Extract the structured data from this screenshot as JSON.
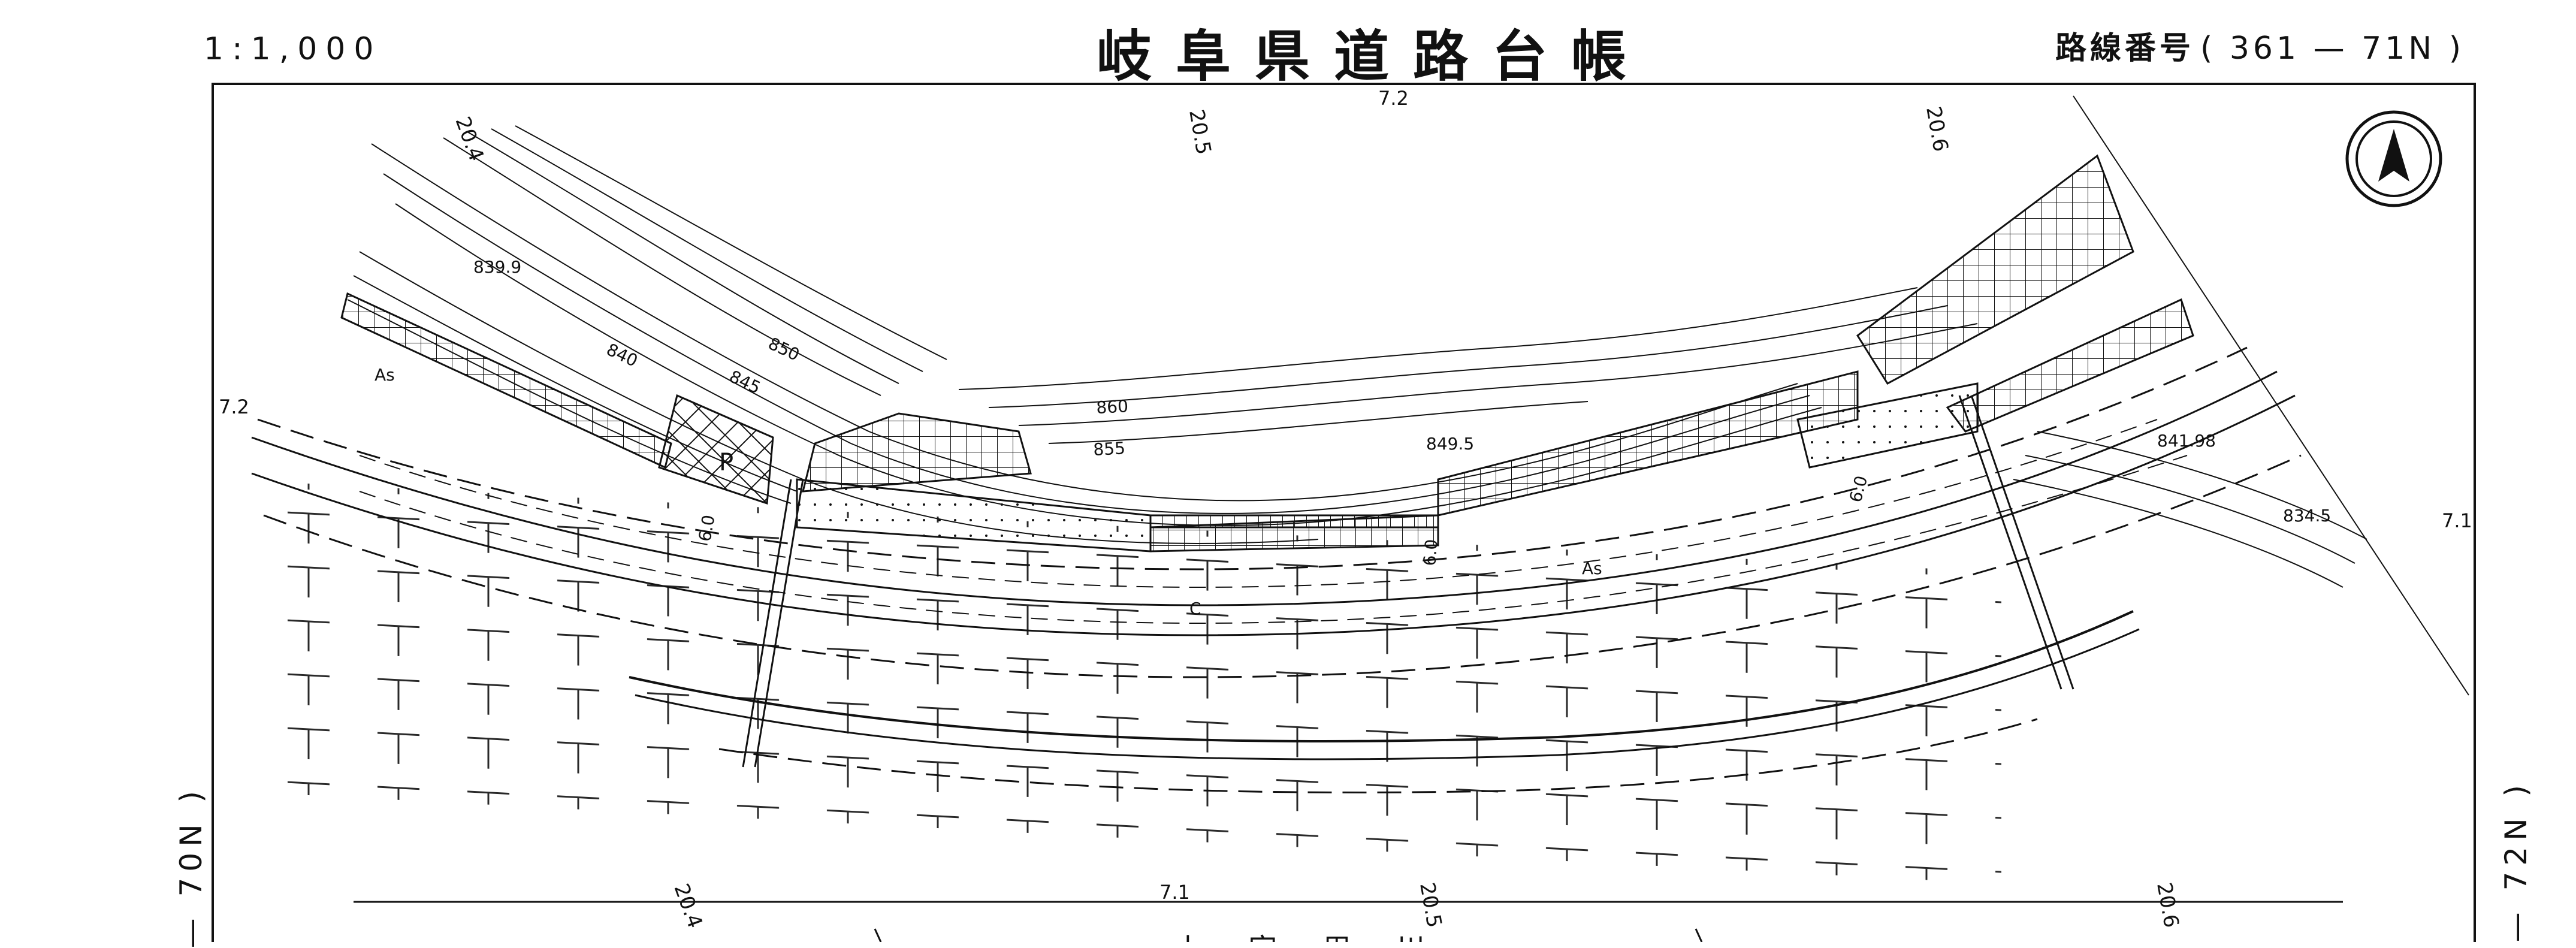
{
  "header": {
    "scale": "1:1,000",
    "title": "岐阜県道路台帳",
    "route_label": "路線番号",
    "route_number": "( 361 — 71N )"
  },
  "margin": {
    "left_sheet": "— 70N )",
    "right_sheet": "— 72N )"
  },
  "map": {
    "chainage_top": [
      "20.4",
      "20.5",
      "20.6"
    ],
    "chainage_bottom": [
      "20.4",
      "20.5",
      "20.6"
    ],
    "width_marks": [
      "7.2",
      "7.2",
      "7.1",
      "7.1"
    ],
    "elevations": [
      "839.9",
      "840",
      "845",
      "850",
      "860",
      "855",
      "849.5",
      "841.98",
      "834.5"
    ],
    "surface": [
      "As",
      "As"
    ],
    "lane_widths": [
      "6.0",
      "6.0",
      "6.0"
    ],
    "markers": [
      "P",
      "C"
    ],
    "river_label": "上 宮 用 川",
    "north_arrow": "north-arrow-icon"
  }
}
